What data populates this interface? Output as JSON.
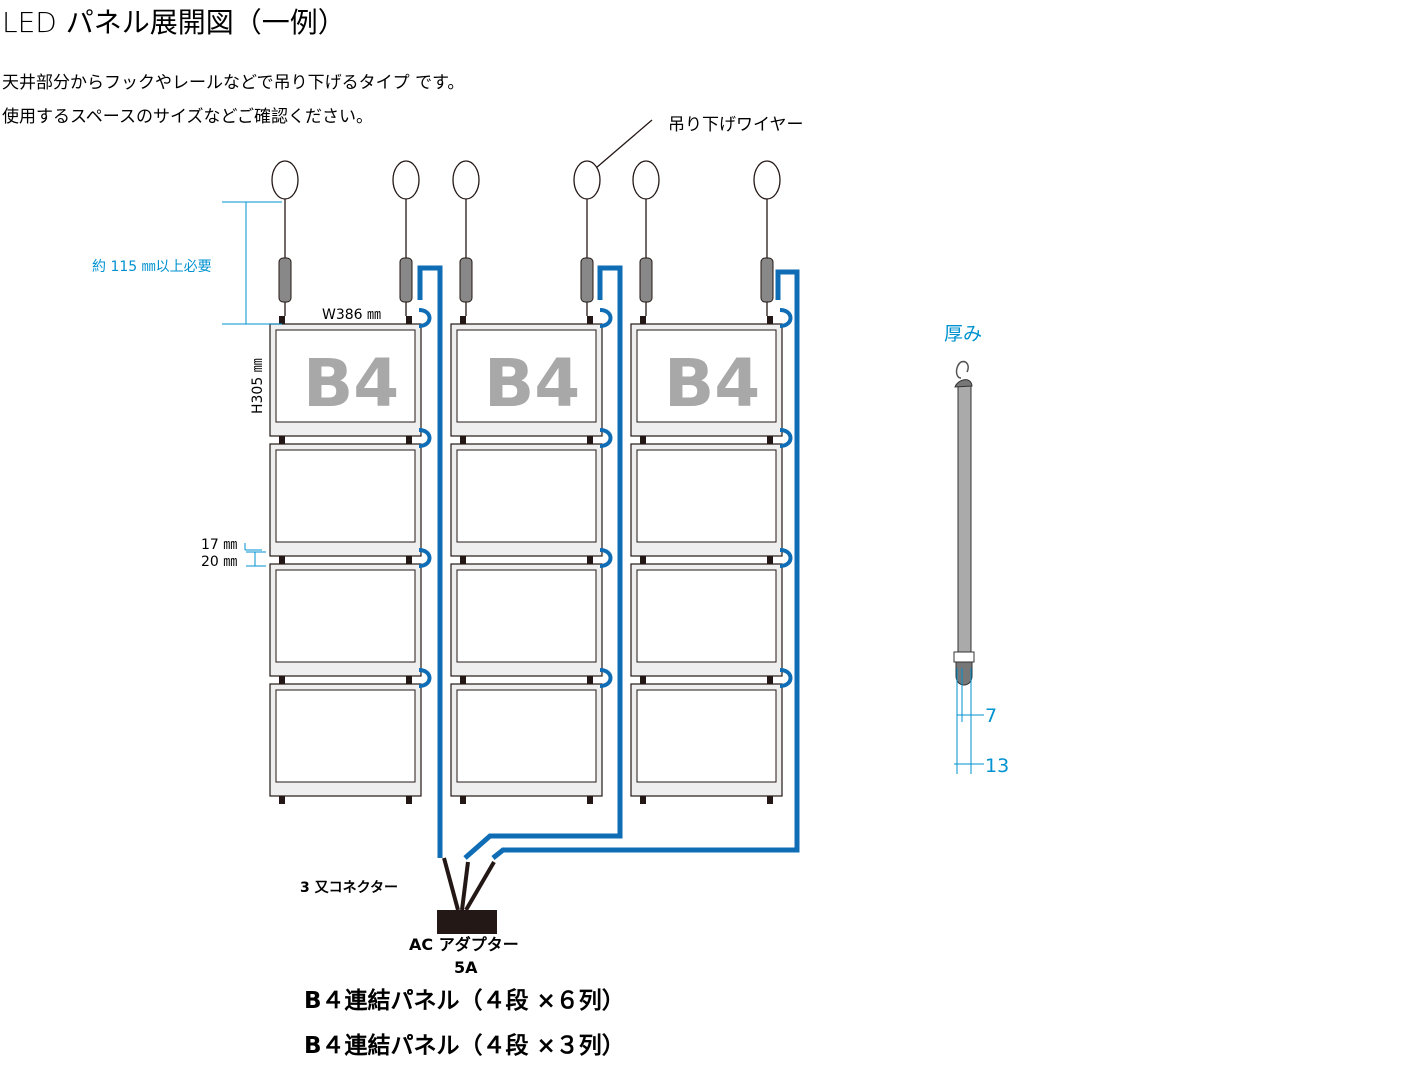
{
  "title": "LED パネル展開図（一例）",
  "description": [
    "天井部分からフックやレールなどで吊り下げるタイプ です。",
    "使用するスペースのサイズなどご確認ください。"
  ],
  "labels": {
    "wire": "吊り下げワイヤー",
    "hanging_length": "約 115 ㎜以上必要",
    "width": "W386 ㎜",
    "height": "H305 ㎜",
    "gap_17": "17 ㎜",
    "gap_20": "20 ㎜",
    "panel_text": "B4",
    "connector": "3 又コネクター",
    "adapter": "AC アダプター",
    "adapter_amp": "5A",
    "thickness_title": "厚み",
    "thickness_7": "7",
    "thickness_13": "13"
  },
  "captions": [
    "B４連結パネル（４段 ×６列）",
    "B４連結パネル（４段 ×３列）"
  ],
  "colors": {
    "cable": "#0f6db5",
    "dimension": "#0092d0",
    "frame": "#efefef",
    "hanger": "#888888",
    "adapter": "#231815"
  }
}
